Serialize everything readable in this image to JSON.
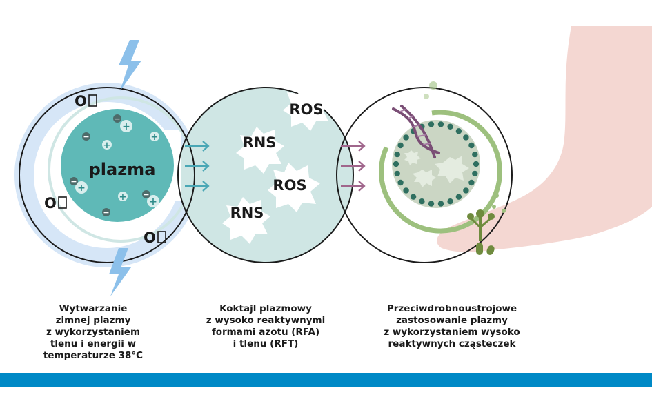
{
  "colors": {
    "outline": "#1b1b1b",
    "halo_blue": "#d6e6f7",
    "plasma_teal": "#5fb9b7",
    "mint": "#cfe6e4",
    "sage": "#9dc07e",
    "dark_teal_dots": "#2f6f60",
    "purple_arrow": "#a0668c",
    "teal_arrow": "#4aa7b5",
    "skin": "#f4d7d2",
    "lightning": "#8cc0ea",
    "footer": "#0089c6"
  },
  "left": {
    "oxygen_label_1": "O",
    "oxygen_label_2": "O",
    "oxygen_label_3": "O",
    "plasma_label": "plazma",
    "caption": "Wytwarzanie\nzimnej plazmy\nz wykorzystaniem\ntlenu i energii w\ntemperaturze 38°C"
  },
  "middle": {
    "species": [
      "ROS",
      "RNS",
      "ROS",
      "RNS"
    ],
    "caption": "Koktajl plazmowy\nz wysoko reaktywnymi\nformami azotu (RFA)\ni tlenu (RFT)"
  },
  "right": {
    "caption": "Przeciwdrobnoustrojowe\nzastosowanie plazmy\nz wykorzystaniem wysoko\nreaktywnych cząsteczek"
  }
}
